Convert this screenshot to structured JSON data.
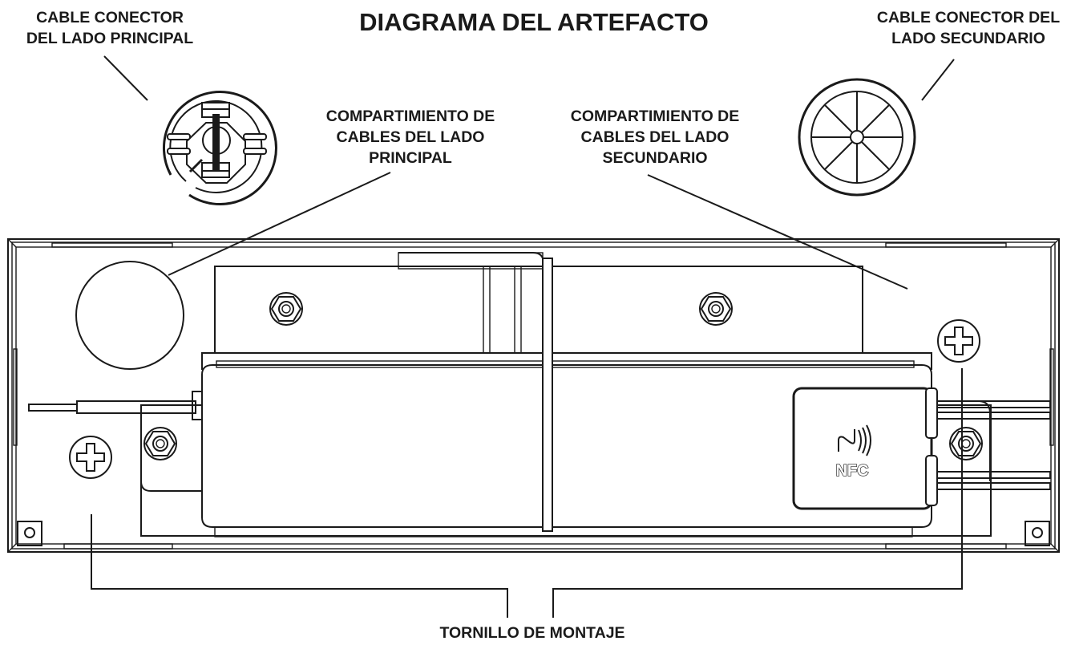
{
  "title": "DIAGRAMA DEL ARTEFACTO",
  "labels": {
    "primary_connector": [
      "CABLE CONECTOR",
      "DEL LADO PRINCIPAL"
    ],
    "secondary_connector": [
      "CABLE CONECTOR DEL",
      "LADO SECUNDARIO"
    ],
    "primary_compartment": [
      "COMPARTIMIENTO DE",
      "CABLES DEL LADO",
      "PRINCIPAL"
    ],
    "secondary_compartment": [
      "COMPARTIMIENTO DE",
      "CABLES DEL LADO",
      "SECUNDARIO"
    ],
    "mounting_screw": "TORNILLO DE MONTAJE"
  },
  "device": {
    "nfc_label": "NFC",
    "nfc_icon": "nfc-wave-icon"
  },
  "colors": {
    "ink": "#1a1a1a",
    "background": "#ffffff"
  }
}
